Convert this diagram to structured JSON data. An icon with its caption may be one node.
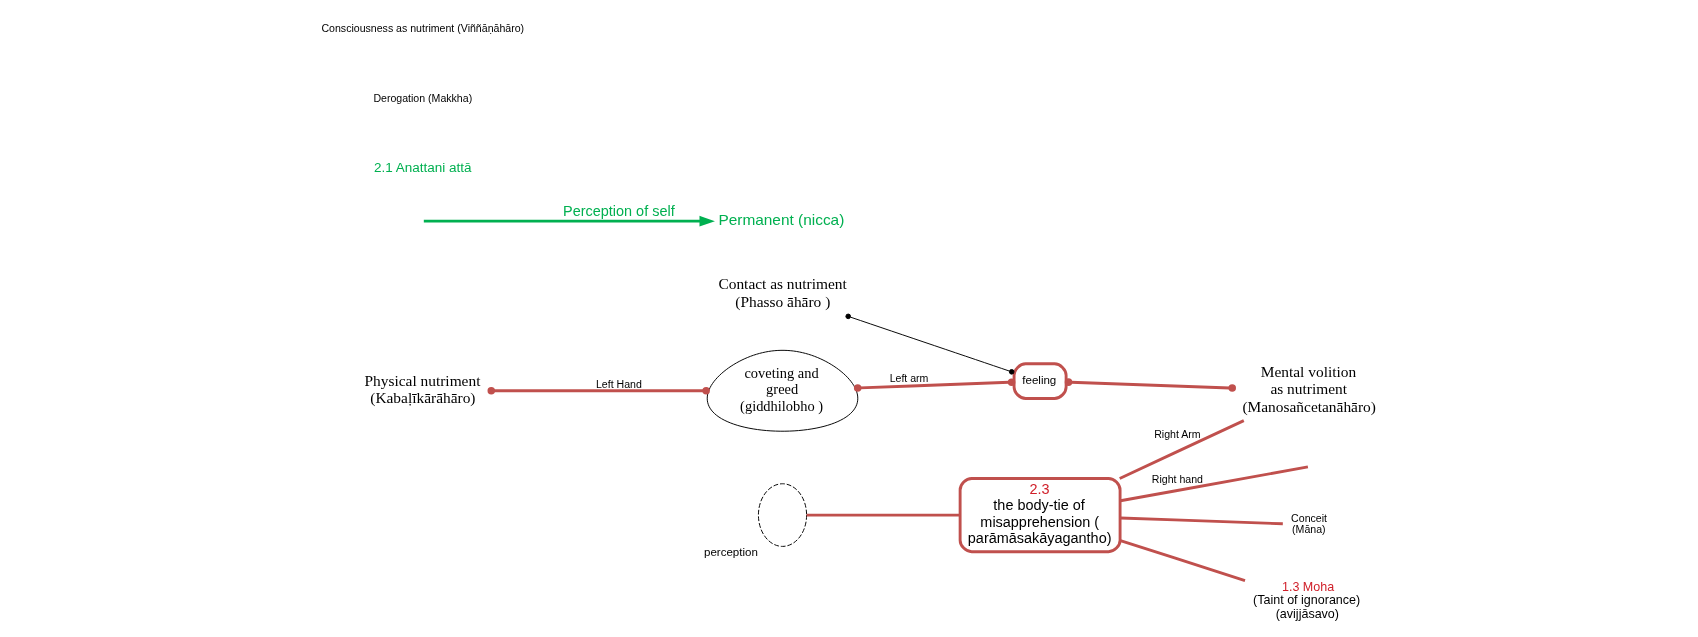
{
  "diagram": {
    "nodes": [
      {
        "text": [
          "Physical nutriment",
          "(Kabaḷīkārāhāro)"
        ]
      },
      {
        "text": [
          "coveting and greed (giddhilobho )"
        ]
      },
      {
        "text": [
          "feeling"
        ]
      },
      {
        "text": [
          "Contact as nutriment",
          "(Phasso āhāro )"
        ]
      },
      {
        "text": [],
        "shape": "ellipse",
        "beside": [
          "perception"
        ]
      },
      {
        "text": [
          "Mental volition as nutriment",
          "(Manosañcetanāhāro)"
        ]
      },
      {
        "text": [
          "2.3",
          "the body-tie of misapprehension ( parāmāsakāyagantho)"
        ]
      },
      {
        "text": [
          "Permanent (nicca)"
        ]
      },
      {
        "text": [
          "Conceit (Māna)"
        ]
      },
      {
        "text": [
          "1.3 Moha",
          "(Taint of ignorance) (avijjāsavo)"
        ]
      }
    ],
    "edges": [
      {
        "from": 0,
        "to": 1,
        "arrow": "other",
        "label": "Left Hand"
      },
      {
        "from": 1,
        "to": 2,
        "arrow": "other",
        "label": "Left arm"
      },
      {
        "from": 3,
        "to": 2,
        "arrow": "other",
        "color": "#000000"
      },
      {
        "from": 2,
        "to": 5,
        "arrow": "other"
      },
      {
        "from": 4,
        "to": 6,
        "arrow": "none"
      },
      {
        "from": 6,
        "to": 5,
        "arrow": "none",
        "label": "Right Arm"
      },
      {
        "from": 6,
        "to": null,
        "arrow": "none",
        "label": "Right hand"
      },
      {
        "from": null,
        "to": 7,
        "arrow": "to",
        "color": "#00b050",
        "label": "Perception of self"
      },
      {
        "from": 6,
        "to": 8,
        "arrow": "none"
      },
      {
        "from": 6,
        "to": 9,
        "arrow": "none"
      }
    ],
    "labels": [
      "2.1 Anattani attā",
      "Derogation (Makkha)",
      "Consciousness as nutriment (Viññāṇāhāro)"
    ]
  }
}
